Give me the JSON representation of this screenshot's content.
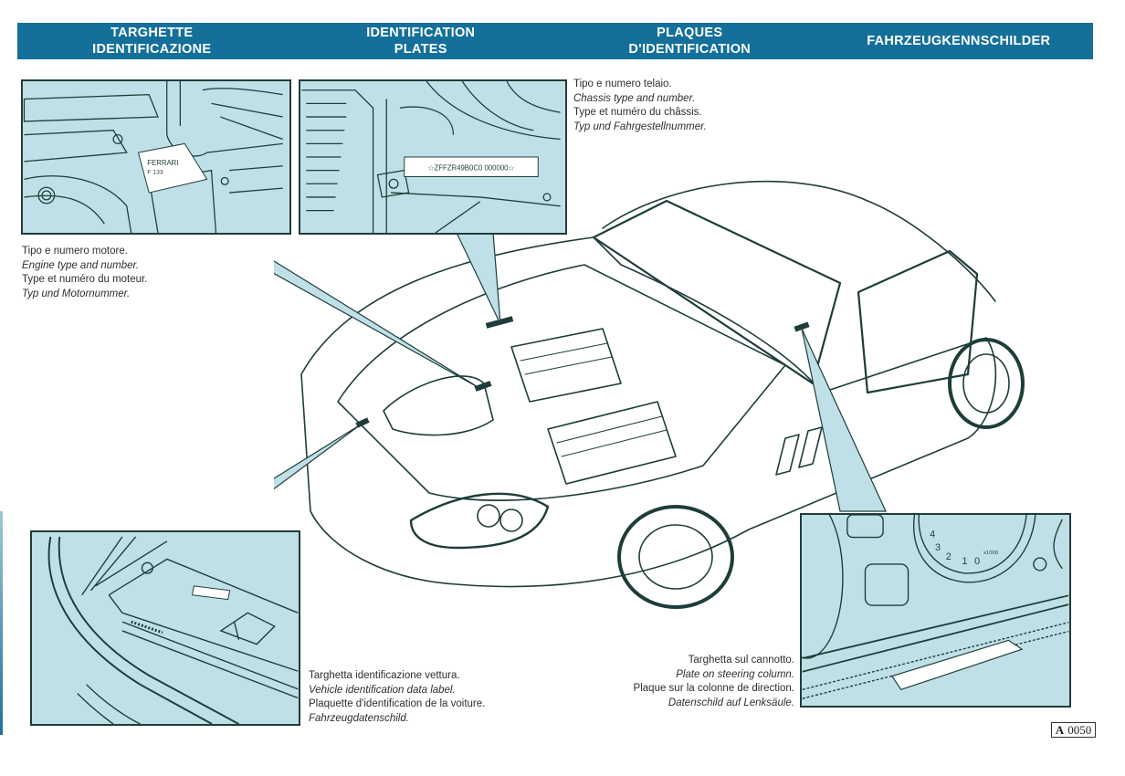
{
  "header": {
    "columns": [
      {
        "line1": "TARGHETTE",
        "line2": "IDENTIFICAZIONE"
      },
      {
        "line1": "IDENTIFICATION",
        "line2": "PLATES"
      },
      {
        "line1": "PLAQUES",
        "line2": "D'IDENTIFICATION"
      },
      {
        "line1": "FAHRZEUGKENNSCHILDER",
        "line2": ""
      }
    ]
  },
  "captions": {
    "chassis": {
      "it": "Tipo e numero telaio.",
      "en": "Chassis type and number.",
      "fr": "Type et numéro du châssis.",
      "de": "Typ und Fahrgestellnummer."
    },
    "engine": {
      "it": "Tipo e numero motore.",
      "en": "Engine type and number.",
      "fr": "Type et numéro du moteur.",
      "de": "Typ und Motornummer."
    },
    "vehicle_label": {
      "it": "Targhetta identificazione vettura.",
      "en": "Vehicle identification data label.",
      "fr": "Plaquette d'identification de la voiture.",
      "de": "Fahrzeugdatenschild."
    },
    "steering": {
      "it": "Targhetta sul cannotto.",
      "en": "Plate on steering column.",
      "fr": "Plaque sur la colonne de direction.",
      "de": "Datenschild auf Lenksäule."
    }
  },
  "illustrations": {
    "engine_plate_text_line1": "FERRARI",
    "engine_plate_text_line2": "F 133",
    "chassis_plate_text": "☆ZFFZR49B0C0 000000☆",
    "tach_labels": [
      "4",
      "3",
      "2",
      "1",
      "0",
      "x1000"
    ]
  },
  "colors": {
    "header_band": "#14709a",
    "panel_fill": "#bfe0e6",
    "line_art": "#1e3d3a"
  },
  "page_ref": {
    "section": "A",
    "number": "0050"
  }
}
